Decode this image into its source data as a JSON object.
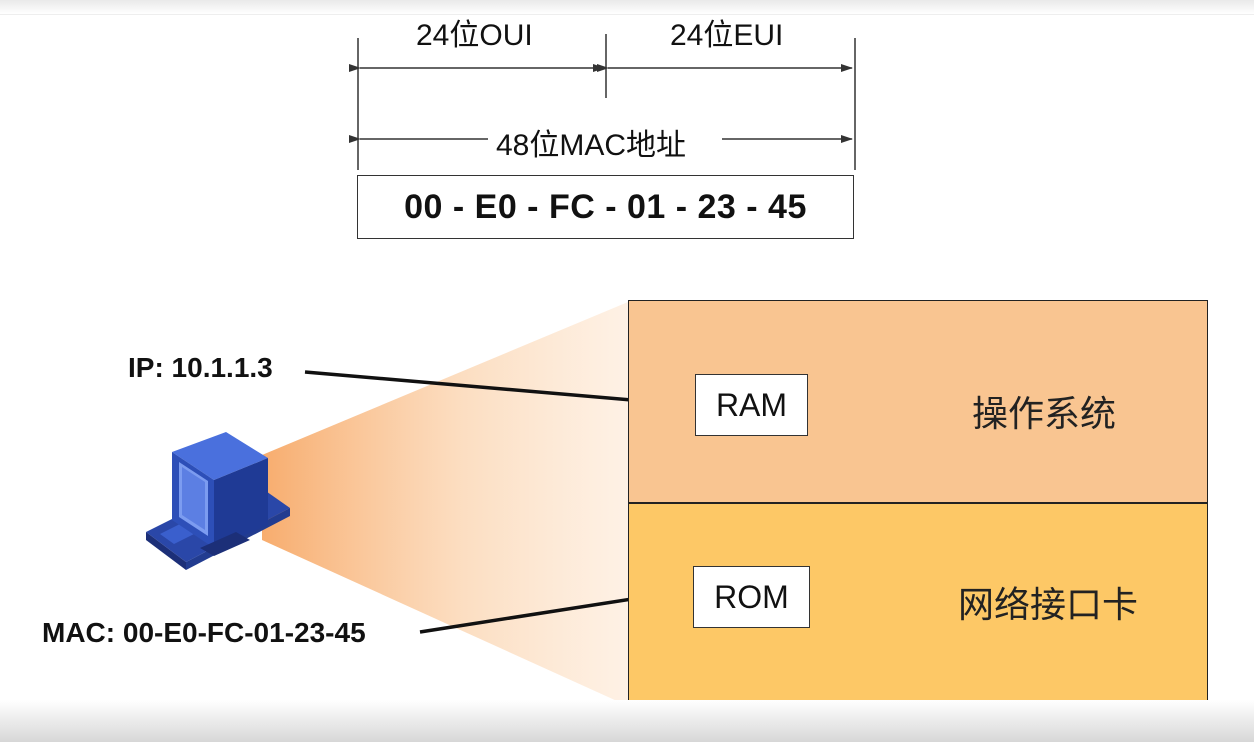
{
  "mac_format": {
    "oui_label": "24位OUI",
    "eui_label": "24位EUI",
    "total_label": "48位MAC地址",
    "address": "00 - E0 - FC - 01 - 23 - 45"
  },
  "host": {
    "ip_label": "IP: 10.1.1.3",
    "mac_label": "MAC: 00-E0-FC-01-23-45",
    "icon": "computer-icon"
  },
  "layers": {
    "upper": {
      "box_label": "RAM",
      "layer_label": "操作系统",
      "color": "#f9c591"
    },
    "lower": {
      "box_label": "ROM",
      "layer_label": "网络接口卡",
      "color": "#fdc866"
    }
  },
  "colors": {
    "beam": "#f9b27a",
    "monitor": "#3a5fcd",
    "arrow": "#111111"
  }
}
